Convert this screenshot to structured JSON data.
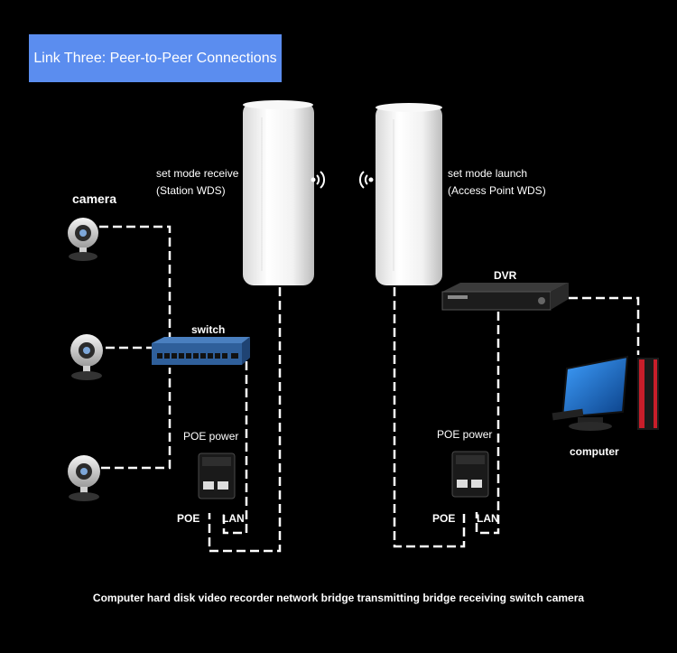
{
  "title": "Link Three: Peer-to-Peer Connections",
  "labels": {
    "camera": "camera",
    "switch": "switch",
    "cpe_left": [
      "set mode receive",
      "(Station WDS)"
    ],
    "cpe_right": [
      "set mode launch",
      "(Access Point WDS)"
    ],
    "dvr": "DVR",
    "computer": "computer",
    "poe_power_left": "POE power",
    "poe_power_right": "POE power",
    "poe_left": "POE",
    "lan_left": "LAN",
    "poe_right": "POE",
    "lan_right": "LAN"
  },
  "caption": "Computer hard disk video recorder network bridge transmitting bridge receiving switch camera",
  "colors": {
    "background": "#000000",
    "title_bg": "#5b8def",
    "switch_blue": "#2f5f9a",
    "monitor_blue": "#1e70c8",
    "tower_red": "#c81e2a",
    "wire": "#ffffff"
  },
  "icons": {
    "camera": "webcam-icon",
    "cpe": "outdoor-cpe-antenna-icon",
    "switch": "network-switch-icon",
    "poe": "poe-injector-icon",
    "dvr": "dvr-recorder-icon",
    "computer": "desktop-computer-icon",
    "wifi": "wifi-signal-icon"
  }
}
